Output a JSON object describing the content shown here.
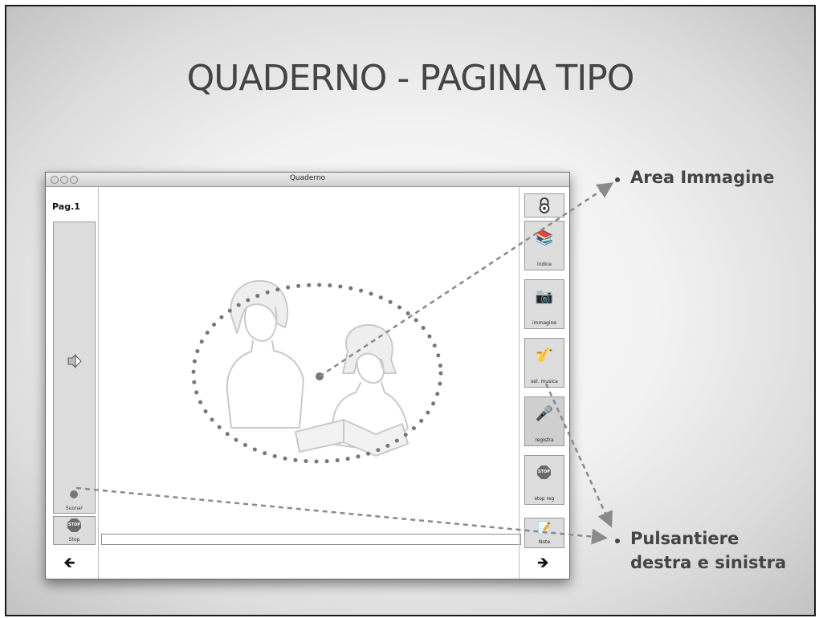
{
  "slide": {
    "title": "QUADERNO - PAGINA TIPO",
    "bullets": [
      {
        "lines": [
          "Area Immagine"
        ]
      },
      {
        "lines": [
          "Pulsantiere",
          "destra e sinistra"
        ]
      }
    ]
  },
  "window": {
    "title": "Quaderno",
    "left_panel": {
      "page_label": "Pag.1",
      "play_caption": "Suona!",
      "stop_caption": "Stop",
      "stop_sign_text": "STOP"
    },
    "right_panel": {
      "buttons": [
        {
          "label": "indice",
          "icon": "books-icon"
        },
        {
          "label": "immagine",
          "icon": "camera-icon"
        },
        {
          "label": "sel. musica",
          "icon": "saxophone-icon"
        },
        {
          "label": "registra",
          "icon": "microphone-icon"
        },
        {
          "label": "stop reg",
          "icon": "stop-sign-icon",
          "sign_text": "STOP"
        },
        {
          "label": "Note",
          "icon": "note-icon"
        }
      ]
    },
    "image_area": {
      "icon": "two-girls-reading-illustration"
    }
  },
  "colors": {
    "annotation": "#8a8a8a",
    "text": "#444444"
  }
}
